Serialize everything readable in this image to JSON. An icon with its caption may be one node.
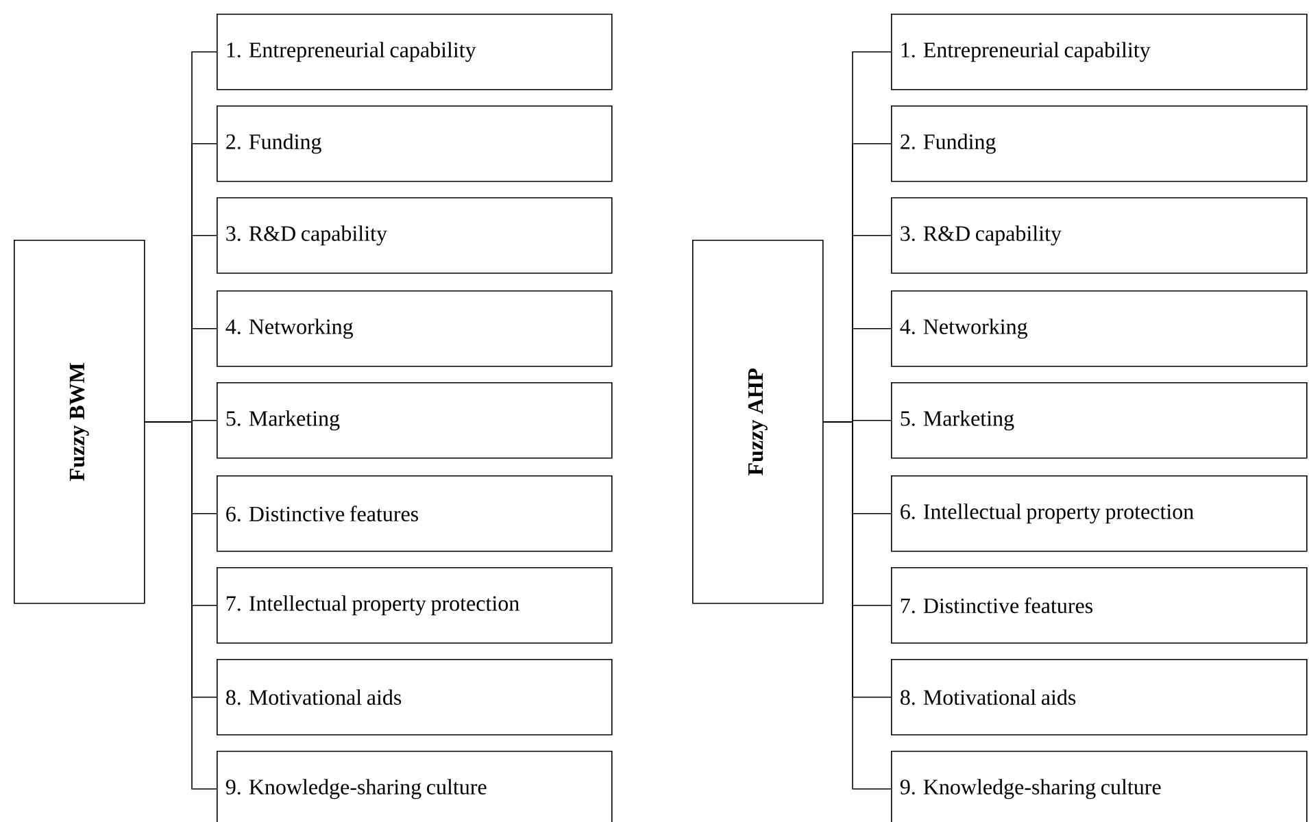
{
  "diagram": {
    "nodes": [
      {
        "text": [
          "Fuzzy BWM"
        ]
      },
      {
        "text": [
          "1. Entrepreneurial capability"
        ]
      },
      {
        "text": [
          "2. Funding"
        ]
      },
      {
        "text": [
          "3. R&D capability"
        ]
      },
      {
        "text": [
          "4. Networking"
        ]
      },
      {
        "text": [
          "5. Marketing"
        ]
      },
      {
        "text": [
          "6. Distinctive features"
        ]
      },
      {
        "text": [
          "7. Intellectual property protection"
        ]
      },
      {
        "text": [
          "8. Motivational aids"
        ]
      },
      {
        "text": [
          "9. Knowledge-sharing culture"
        ]
      },
      {
        "text": [
          "Fuzzy AHP"
        ]
      },
      {
        "text": [
          "1. Entrepreneurial capability"
        ]
      },
      {
        "text": [
          "2. Funding"
        ]
      },
      {
        "text": [
          "3. R&D capability"
        ]
      },
      {
        "text": [
          "4. Networking"
        ]
      },
      {
        "text": [
          "5. Marketing"
        ]
      },
      {
        "text": [
          "6. Intellectual property protection"
        ]
      },
      {
        "text": [
          "7. Distinctive features"
        ]
      },
      {
        "text": [
          "8. Motivational aids"
        ]
      },
      {
        "text": [
          "9. Knowledge-sharing culture"
        ]
      }
    ],
    "edges": [
      {
        "from": 0,
        "to": 1,
        "arrow": "none"
      },
      {
        "from": 0,
        "to": 2,
        "arrow": "none"
      },
      {
        "from": 0,
        "to": 3,
        "arrow": "none"
      },
      {
        "from": 0,
        "to": 4,
        "arrow": "none"
      },
      {
        "from": 0,
        "to": 5,
        "arrow": "none"
      },
      {
        "from": 0,
        "to": 6,
        "arrow": "none"
      },
      {
        "from": 0,
        "to": 7,
        "arrow": "none"
      },
      {
        "from": 0,
        "to": 8,
        "arrow": "none"
      },
      {
        "from": 0,
        "to": 9,
        "arrow": "none"
      },
      {
        "from": 10,
        "to": 11,
        "arrow": "none"
      },
      {
        "from": 10,
        "to": 12,
        "arrow": "none"
      },
      {
        "from": 10,
        "to": 13,
        "arrow": "none"
      },
      {
        "from": 10,
        "to": 14,
        "arrow": "none"
      },
      {
        "from": 10,
        "to": 15,
        "arrow": "none"
      },
      {
        "from": 10,
        "to": 16,
        "arrow": "none"
      },
      {
        "from": 10,
        "to": 17,
        "arrow": "none"
      },
      {
        "from": 10,
        "to": 18,
        "arrow": "none"
      },
      {
        "from": 10,
        "to": 19,
        "arrow": "none"
      }
    ]
  }
}
